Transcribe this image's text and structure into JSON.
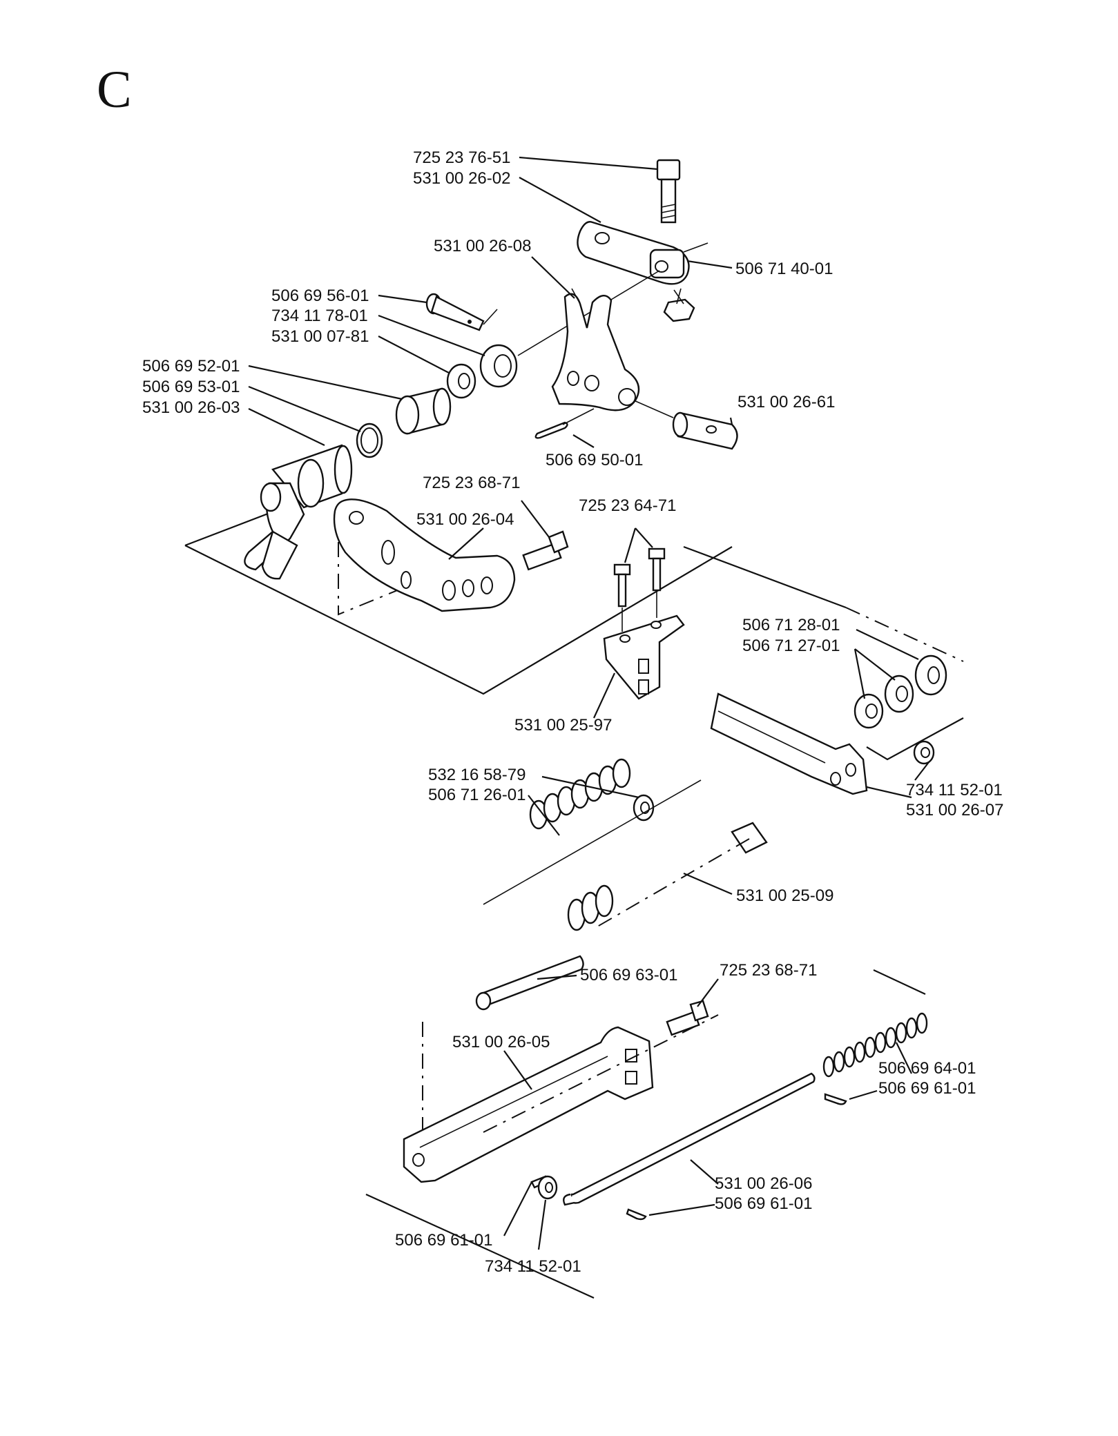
{
  "section_letter": "C",
  "parts": [
    {
      "id": "p01",
      "number": "725 23 76-51"
    },
    {
      "id": "p02",
      "number": "531 00 26-02"
    },
    {
      "id": "p03",
      "number": "506 71 40-01"
    },
    {
      "id": "p04",
      "number": "531 00 26-08"
    },
    {
      "id": "p05",
      "number": "506 69 56-01"
    },
    {
      "id": "p06",
      "number": "734 11 78-01"
    },
    {
      "id": "p07",
      "number": "531 00 07-81"
    },
    {
      "id": "p08",
      "number": "506 69 52-01"
    },
    {
      "id": "p09",
      "number": "506 69 53-01"
    },
    {
      "id": "p10",
      "number": "531 00 26-03"
    },
    {
      "id": "p11",
      "number": "531 00 26-61"
    },
    {
      "id": "p12",
      "number": "506 69 50-01"
    },
    {
      "id": "p13",
      "number": "725 23 68-71"
    },
    {
      "id": "p14",
      "number": "531 00 26-04"
    },
    {
      "id": "p15",
      "number": "725 23 64-71"
    },
    {
      "id": "p16",
      "number": "506 71 28-01"
    },
    {
      "id": "p17",
      "number": "506 71 27-01"
    },
    {
      "id": "p18",
      "number": "531 00 25-97"
    },
    {
      "id": "p19",
      "number": "532 16 58-79"
    },
    {
      "id": "p20",
      "number": "506 71 26-01"
    },
    {
      "id": "p21",
      "number": "734 11 52-01"
    },
    {
      "id": "p22",
      "number": "531 00 26-07"
    },
    {
      "id": "p23",
      "number": "531 00 25-09"
    },
    {
      "id": "p24",
      "number": "506 69 63-01"
    },
    {
      "id": "p25",
      "number": "725 23 68-71"
    },
    {
      "id": "p26",
      "number": "531 00 26-05"
    },
    {
      "id": "p27",
      "number": "506 69 64-01"
    },
    {
      "id": "p28",
      "number": "506 69 61-01"
    },
    {
      "id": "p29",
      "number": "531 00 26-06"
    },
    {
      "id": "p30",
      "number": "506 69 61-01"
    },
    {
      "id": "p31",
      "number": "506 69 61-01"
    },
    {
      "id": "p32",
      "number": "734 11 52-01"
    }
  ]
}
